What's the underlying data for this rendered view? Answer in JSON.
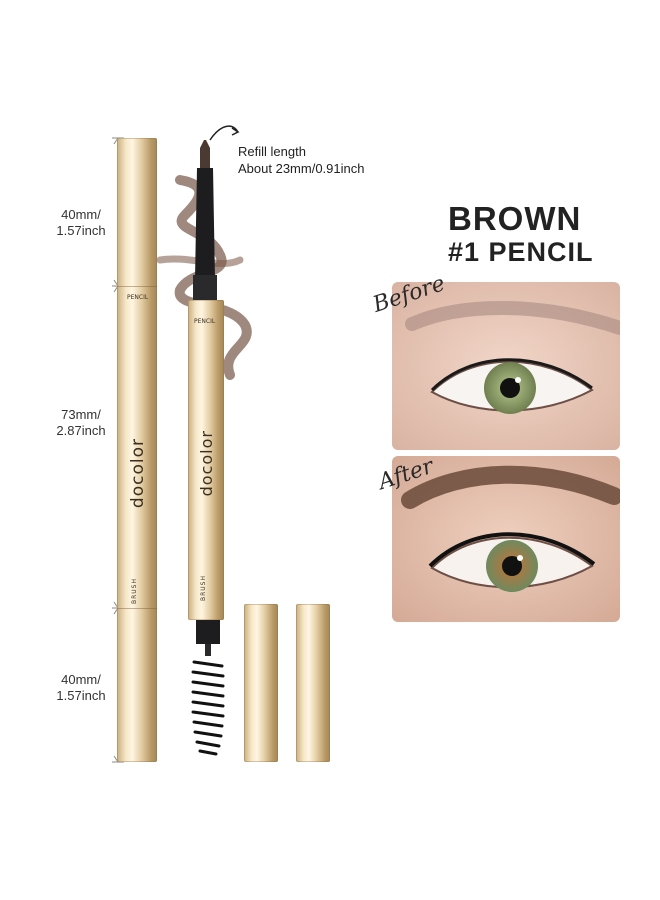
{
  "dimensions": {
    "top": {
      "line1": "40mm/",
      "line2": "1.57inch"
    },
    "middle": {
      "line1": "73mm/",
      "line2": "2.87inch"
    },
    "bottom": {
      "line1": "40mm/",
      "line2": "1.57inch"
    }
  },
  "refill": {
    "line1": "Refill length",
    "line2": "About 23mm/0.91inch"
  },
  "brand": "docolor",
  "pencil_mark": "PENCIL",
  "brush_mark": "BRUSH",
  "product": {
    "title": "BROWN",
    "subtitle": "#1 PENCIL"
  },
  "comparison": {
    "before_label": "Before",
    "after_label": "After"
  },
  "colors": {
    "gold": "#e8d3a8",
    "brow_brown": "#6b4a3a",
    "lead": "#4a3a32"
  }
}
